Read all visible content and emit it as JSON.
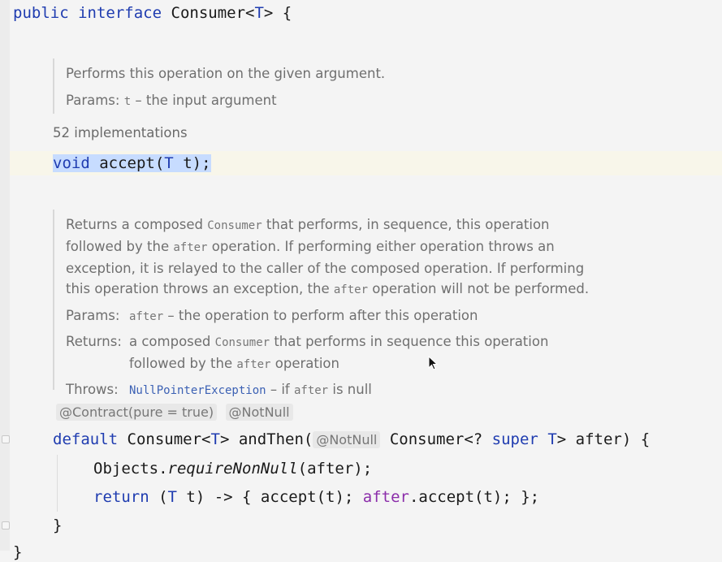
{
  "code": {
    "line1": {
      "kw1": "public",
      "kw2": "interface",
      "name": "Consumer<",
      "tp": "T",
      "rest": "> {"
    },
    "accept": {
      "kw": "void",
      "sig": "accept(",
      "tp": "T",
      "rest": " t);"
    },
    "contract": {
      "a1": "@Contract(pure = true)",
      "a2": "@NotNull"
    },
    "andthen": {
      "kw": "default",
      "t1": "Consumer<",
      "tp1": "T",
      "t2": "> andThen(",
      "anno": "@NotNull",
      "t3": "Consumer<? ",
      "kw2": "super",
      "sp": " ",
      "tp2": "T",
      "t4": "> after) {"
    },
    "body1": {
      "cls": "Objects.",
      "m": "requireNonNull",
      "rest": "(after);"
    },
    "body2": {
      "kw": "return",
      "t1": " (",
      "tp": "T",
      "t2": " t) -> { accept(t); ",
      "fld": "after",
      "t3": ".accept(t); };"
    },
    "close_inner": "}",
    "close_outer": "}"
  },
  "doc1": {
    "text": "Performs this operation on the given argument.",
    "params_label": "Params:",
    "params_code": "t",
    "params_text": " – the input argument"
  },
  "hint": {
    "implementations": "52 implementations"
  },
  "doc2": {
    "l1a": "Returns a composed ",
    "c1": "Consumer",
    "l1b": " that performs, in sequence, this operation",
    "l2a": "followed by the ",
    "c2": "after",
    "l2b": " operation. If performing either operation throws an",
    "l3": "exception, it is relayed to the caller of the composed operation. If performing",
    "l4a": "this operation throws an exception, the ",
    "c3": "after",
    "l4b": " operation will not be performed.",
    "params_label": "Params:",
    "params_code": "after",
    "params_text": " – the operation to perform after this operation",
    "returns_label": "Returns:",
    "ret_a": "a composed ",
    "ret_c": "Consumer",
    "ret_b": " that performs in sequence this operation",
    "ret2_a": "followed by the ",
    "ret2_c": "after",
    "ret2_b": " operation",
    "throws_label": "Throws:",
    "throws_link": "NullPointerException",
    "throws_a": " – if ",
    "throws_c": "after",
    "throws_b": " is null"
  },
  "icons": {
    "cursor": "mouse-pointer-icon",
    "fold": "fold-marker-icon"
  }
}
